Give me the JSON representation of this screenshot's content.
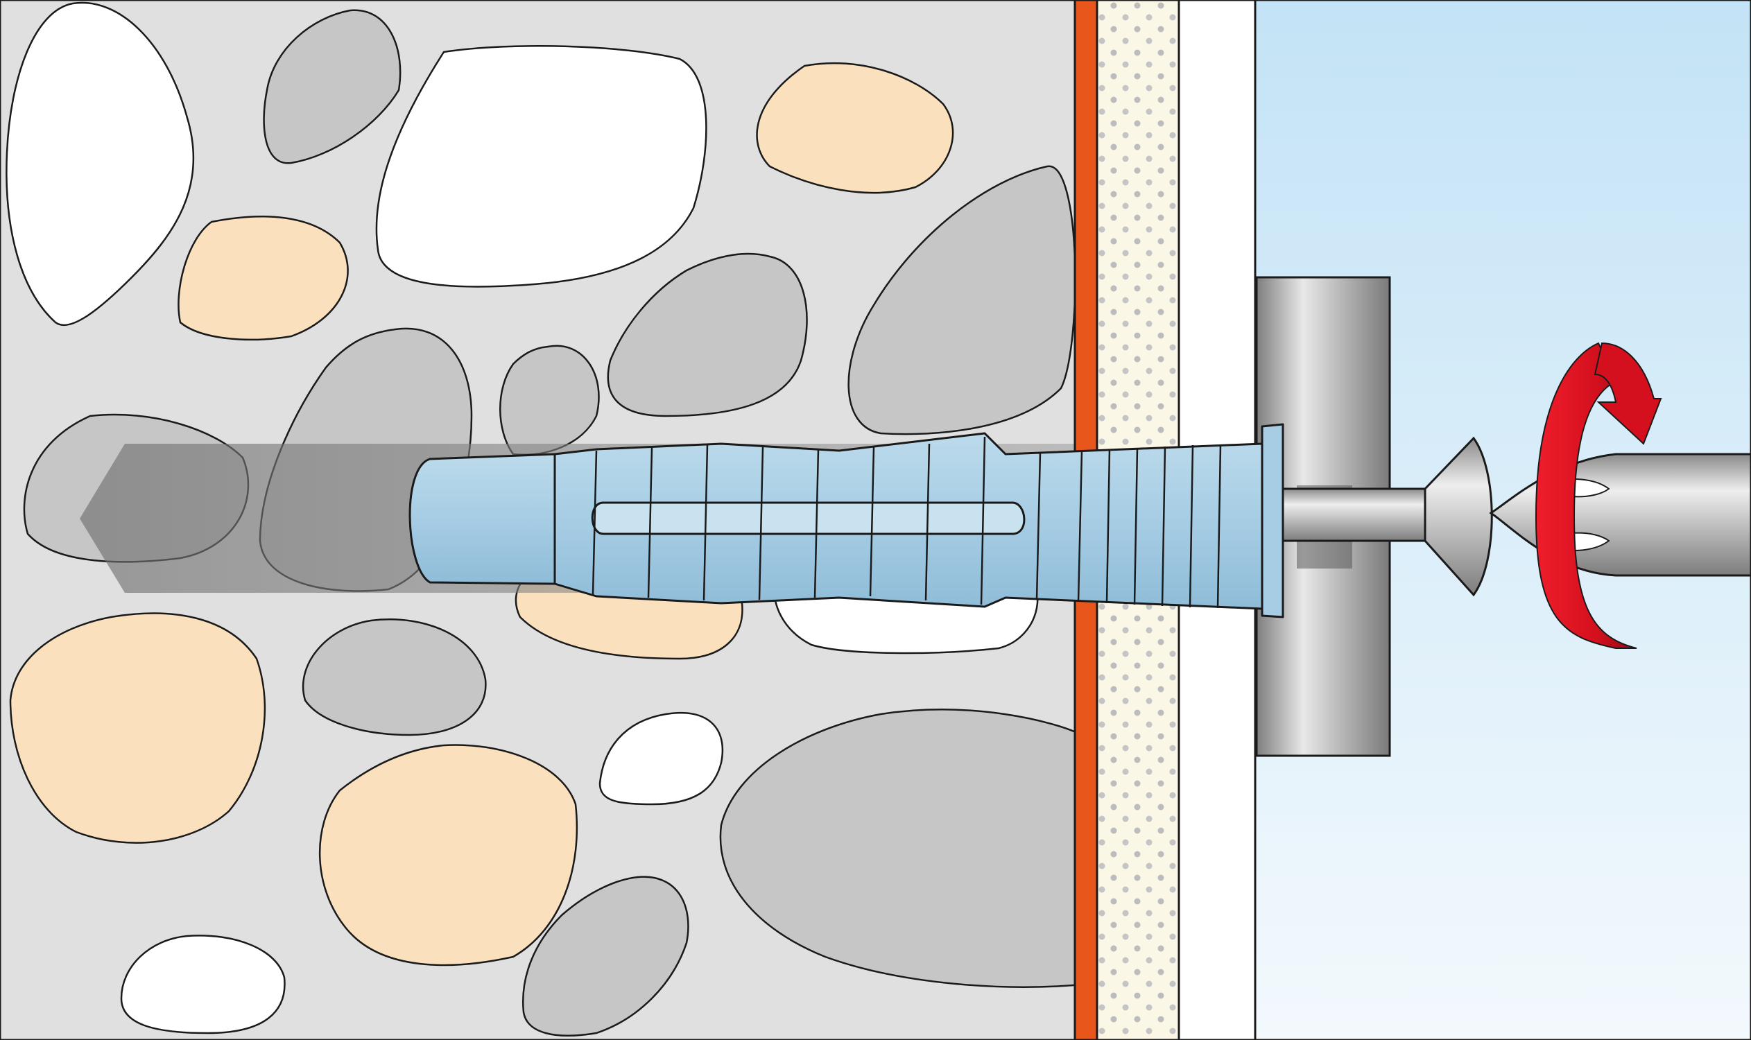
{
  "diagram": {
    "kind": "technical illustration",
    "layers": [
      "masonry-wall",
      "render-strip",
      "plaster-layer",
      "insulation-layer",
      "fixture-board"
    ],
    "components": [
      "drill-hole",
      "nylon-wall-plug",
      "screw",
      "pipe-clamp",
      "screwdriver-bit",
      "rotation-arrow"
    ],
    "colors": {
      "masonry": "#e0e0e0",
      "stone_gray": "#c6c6c6",
      "stone_white": "#ffffff",
      "stone_beige": "#fbe0bd",
      "render_strip": "#e8561b",
      "plaster": "#fbf7e6",
      "plaster_dots": "#b9b9b9",
      "fixture_board": "#d6ecf8",
      "wall_plug": "#a9cfe5",
      "rotation_arrow": "#d4101e",
      "metal": "#b8b8b8"
    }
  }
}
